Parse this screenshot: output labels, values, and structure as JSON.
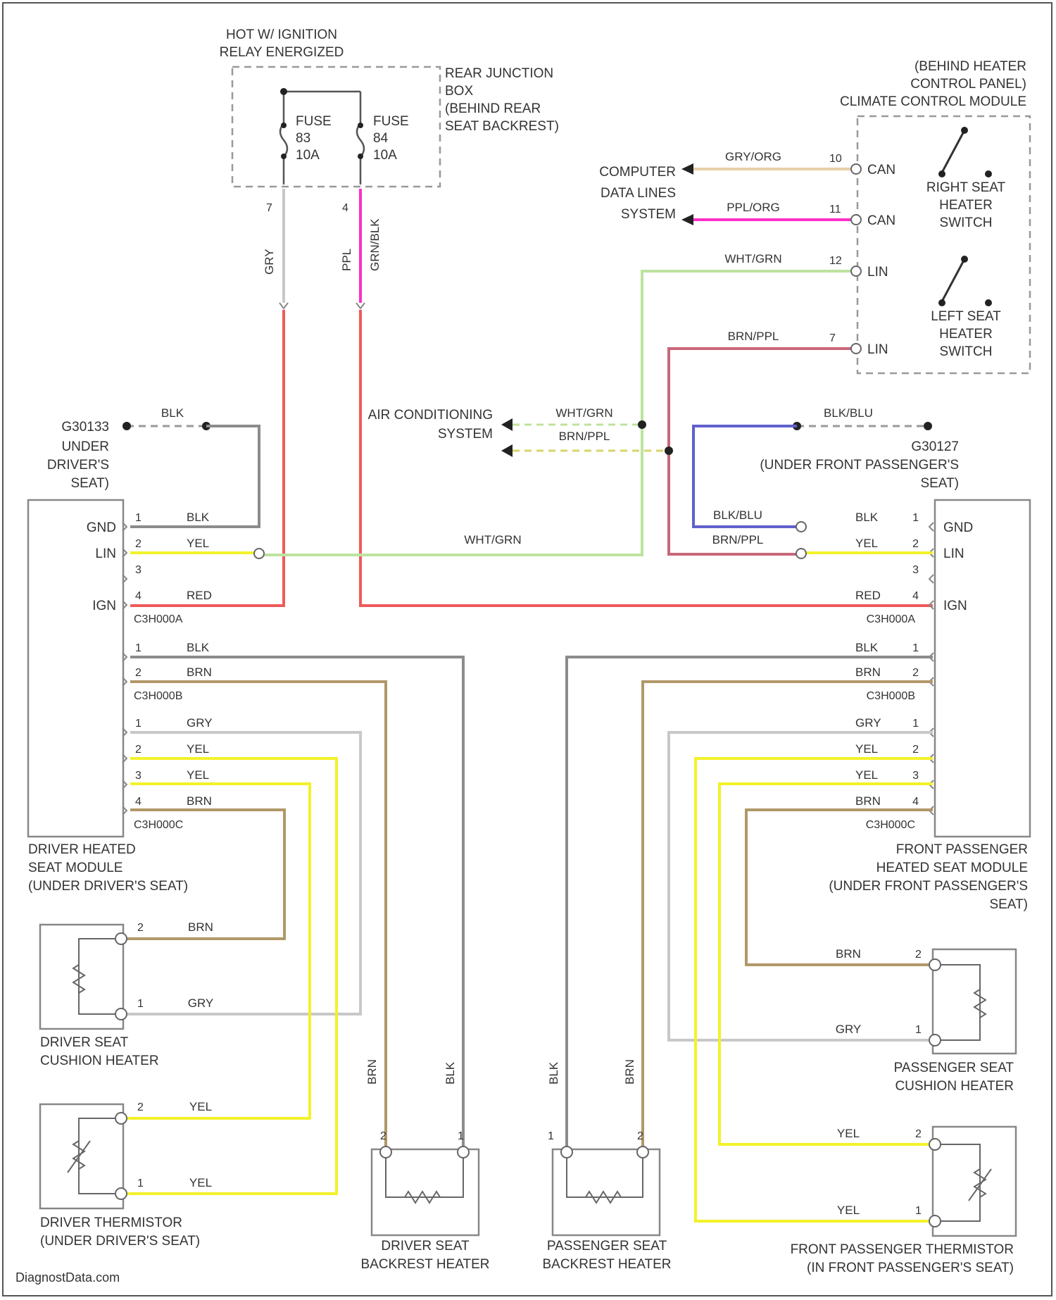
{
  "colors": {
    "red": "#f05a5a",
    "pink": "#ff2ec8",
    "tan": "#e8cfa8",
    "green": "#bde3a0",
    "brnppl": "#c9677a",
    "grey": "#8c8c8c",
    "yellow": "#f2f22a",
    "brown": "#b09868",
    "blue": "#6060cc",
    "lightgrey": "#c8c8c8",
    "dashyel": "#d6d66a"
  },
  "labels": {
    "hot_ignition": [
      "HOT W/ IGNITION",
      "RELAY ENERGIZED"
    ],
    "rear_junction": [
      "REAR JUNCTION",
      "BOX",
      "(BEHIND REAR",
      "SEAT BACKREST)"
    ],
    "fuse_83": [
      "FUSE",
      "83",
      "10A"
    ],
    "fuse_84": [
      "FUSE",
      "84",
      "10A"
    ],
    "fuse_pin_left": "7",
    "fuse_pin_right": "4",
    "climate": [
      "(BEHIND HEATER",
      "CONTROL PANEL)",
      "CLIMATE CONTROL MODULE"
    ],
    "computer_data": [
      "COMPUTER",
      "DATA LINES",
      "SYSTEM"
    ],
    "right_switch": [
      "RIGHT SEAT",
      "HEATER",
      "SWITCH"
    ],
    "left_switch": [
      "LEFT SEAT",
      "HEATER",
      "SWITCH"
    ],
    "ground_left": [
      "G30133",
      "UNDER",
      "DRIVER'S",
      "SEAT)"
    ],
    "ground_right": [
      "G30127",
      "(UNDER FRONT PASSENGER'S",
      "SEAT)"
    ],
    "ac_system": [
      "AIR CONDITIONING",
      "SYSTEM"
    ],
    "driver_module": [
      "DRIVER HEATED",
      "SEAT MODULE",
      "(UNDER DRIVER'S SEAT)"
    ],
    "pass_module": [
      "FRONT PASSENGER",
      "HEATED SEAT MODULE",
      "(UNDER FRONT PASSENGER'S",
      "SEAT)"
    ],
    "driver_cushion": [
      "DRIVER SEAT",
      "CUSHION HEATER"
    ],
    "driver_thermistor": [
      "DRIVER THERMISTOR",
      "(UNDER DRIVER'S SEAT)"
    ],
    "driver_backrest": [
      "DRIVER SEAT",
      "BACKREST HEATER"
    ],
    "pass_backrest": [
      "PASSENGER SEAT",
      "BACKREST HEATER"
    ],
    "pass_cushion": [
      "PASSENGER SEAT",
      "CUSHION HEATER"
    ],
    "pass_thermistor": [
      "FRONT PASSENGER THERMISTOR",
      "(IN FRONT PASSENGER'S SEAT)"
    ],
    "watermark": "DiagnostData.com"
  },
  "climate_pins": [
    {
      "pin": "10",
      "wire": "GRY/ORG",
      "sig": "CAN"
    },
    {
      "pin": "11",
      "wire": "PPL/ORG",
      "sig": "CAN"
    },
    {
      "pin": "12",
      "wire": "WHT/GRN",
      "sig": "LIN"
    },
    {
      "pin": "7",
      "wire": "BRN/PPL",
      "sig": "LIN"
    }
  ],
  "wires": {
    "gry": "GRY",
    "ppl": "PPL",
    "pink_vert": "GRN/BLK",
    "blk": "BLK",
    "blkblu": "BLK/BLU",
    "whtgrn": "WHT/GRN",
    "brnppl": "BRN/PPL",
    "red": "RED",
    "brn": "BRN",
    "yel": "YEL"
  },
  "driver_connA": {
    "name": "C3H000A",
    "pins": [
      {
        "n": "1",
        "w": "BLK",
        "sig": "GND"
      },
      {
        "n": "2",
        "w": "YEL",
        "sig": "LIN"
      },
      {
        "n": "3",
        "w": "",
        "sig": ""
      },
      {
        "n": "4",
        "w": "RED",
        "sig": "IGN"
      }
    ]
  },
  "driver_connB": {
    "name": "C3H000B",
    "pins": [
      {
        "n": "1",
        "w": "BLK"
      },
      {
        "n": "2",
        "w": "BRN"
      }
    ]
  },
  "driver_connC": {
    "name": "C3H000C",
    "pins": [
      {
        "n": "1",
        "w": "GRY"
      },
      {
        "n": "2",
        "w": "YEL"
      },
      {
        "n": "3",
        "w": "YEL"
      },
      {
        "n": "4",
        "w": "BRN"
      }
    ]
  },
  "pass_connA": {
    "name": "C3H000A",
    "pins": [
      {
        "n": "1",
        "w": "BLK",
        "sig": "GND"
      },
      {
        "n": "2",
        "w": "YEL",
        "sig": "LIN"
      },
      {
        "n": "3",
        "w": "",
        "sig": ""
      },
      {
        "n": "4",
        "w": "RED",
        "sig": "IGN"
      }
    ]
  },
  "pass_connB": {
    "name": "C3H000B",
    "pins": [
      {
        "n": "1",
        "w": "BLK"
      },
      {
        "n": "2",
        "w": "BRN"
      }
    ]
  },
  "pass_connC": {
    "name": "C3H000C",
    "pins": [
      {
        "n": "1",
        "w": "GRY"
      },
      {
        "n": "2",
        "w": "YEL"
      },
      {
        "n": "3",
        "w": "YEL"
      },
      {
        "n": "4",
        "w": "BRN"
      }
    ]
  },
  "cushion_pins": {
    "top": "2",
    "bot": "1"
  },
  "backrest_pins": {
    "a": "2",
    "b": "1"
  }
}
